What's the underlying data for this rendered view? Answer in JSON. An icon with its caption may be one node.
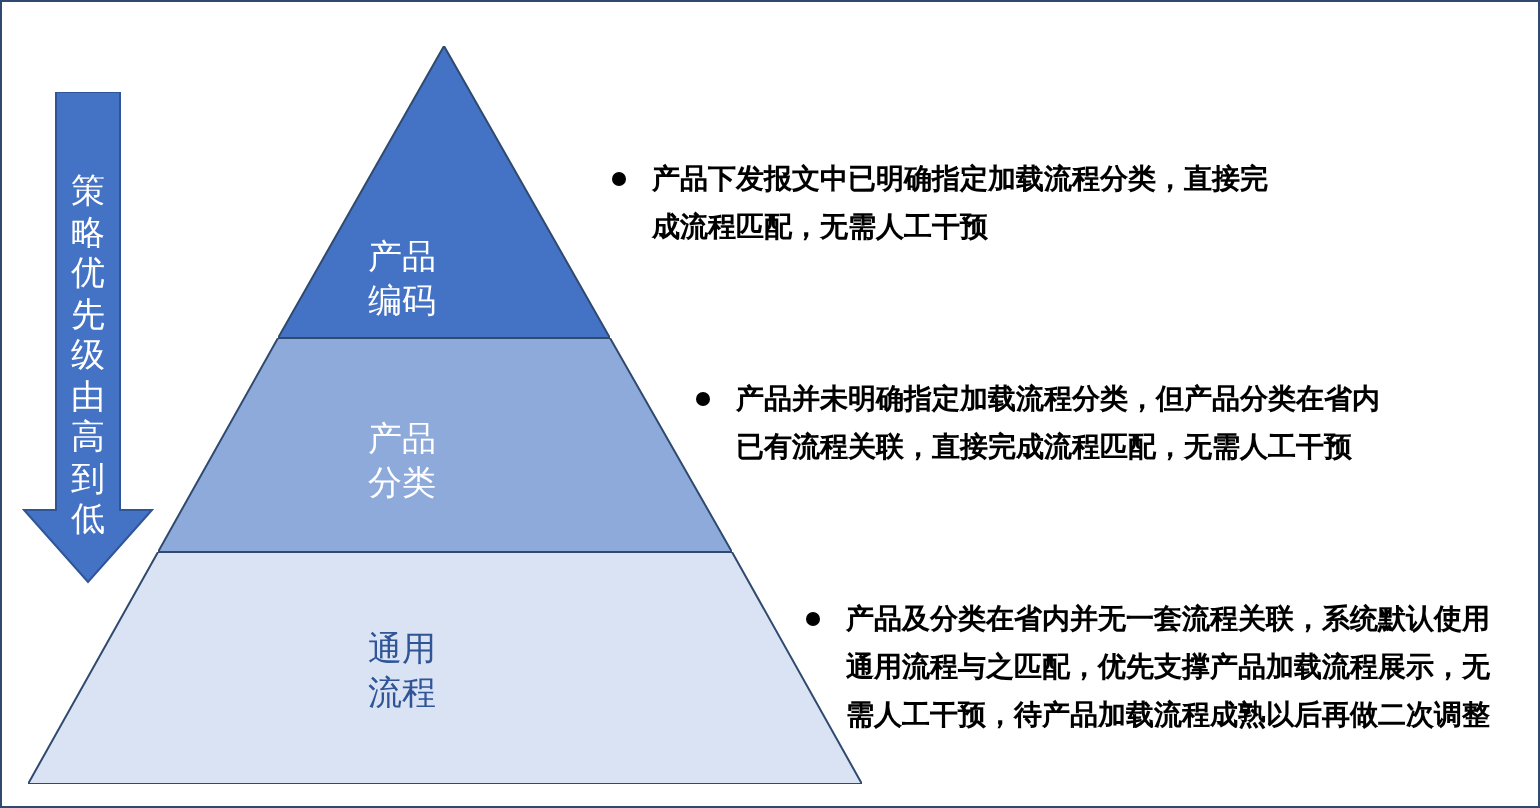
{
  "diagram": {
    "nodes": [
      {
        "text": [
          "策略优先级由高到低"
        ]
      },
      {
        "text": [
          "产品编码"
        ],
        "beside": [
          "产品下发报文中已明确指定加载流程分类，直接完成流程匹配，无需人工干预"
        ]
      },
      {
        "text": [
          "产品分类"
        ],
        "beside": [
          "产品并未明确指定加载流程分类，但产品分类在省内已有流程关联，直接完成流程匹配，无需人工干预"
        ]
      },
      {
        "text": [
          "通用流程"
        ],
        "beside": [
          "产品及分类在省内并无一套流程关联，系统默认使用通用流程与之匹配，优先支撑产品加载流程展示，无需人工干预，待产品加载流程成熟以后再做二次调整"
        ]
      }
    ]
  }
}
